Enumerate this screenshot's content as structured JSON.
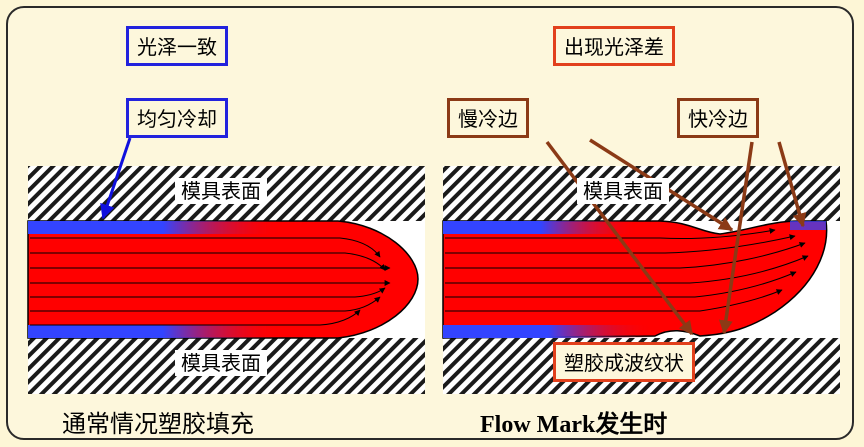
{
  "left_panel": {
    "gloss_label": "光泽一致",
    "cooling_label": "均匀冷却",
    "top_surface": "模具表面",
    "bottom_surface": "模具表面",
    "caption": "通常情况塑胶填充"
  },
  "right_panel": {
    "gloss_label": "出现光泽差",
    "slow_label": "慢冷边",
    "fast_label": "快冷边",
    "top_surface": "模具表面",
    "bottom_label": "塑胶成波纹状",
    "caption": "Flow Mark发生时"
  },
  "colors": {
    "melt": "#ff0000",
    "skin": "#3344ff",
    "blue_border": "#2222dd",
    "red_border": "#e2401c",
    "brown": "#8b3a16",
    "background": "#fdf6d6"
  }
}
